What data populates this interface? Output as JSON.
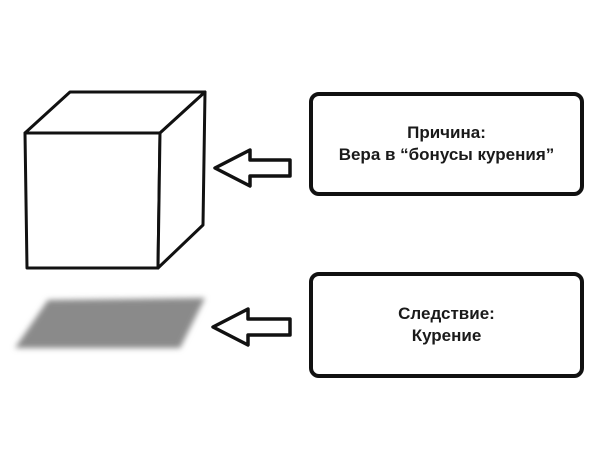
{
  "cause": {
    "title": "Причина:",
    "text": "Вера в “бонусы курения”"
  },
  "effect": {
    "title": "Следствие:",
    "text": "Курение"
  }
}
